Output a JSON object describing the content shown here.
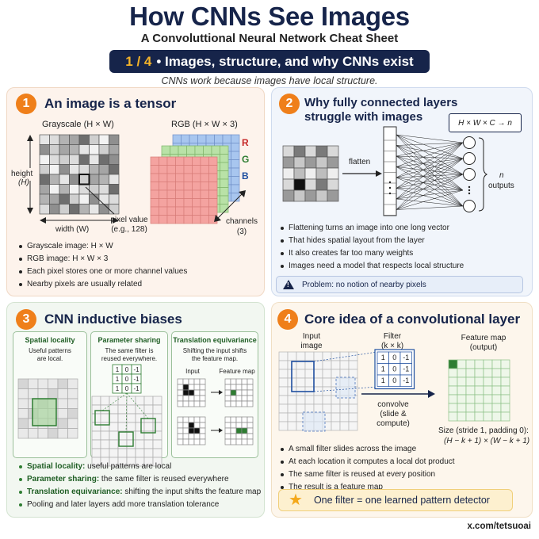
{
  "header": {
    "title": "How CNNs See Images",
    "subtitle": "A Convoluttional Neural Network Cheat Sheet",
    "part_number": "1 / 4",
    "part_title": "• Images, structure, and why CNNs exist",
    "tagline": "CNNs work because images have local structure."
  },
  "panel1": {
    "number": "1",
    "title": "An image is a tensor",
    "grayscale_label": "Grayscale (H × W)",
    "rgb_label": "RGB (H × W × 3)",
    "height_label": "height",
    "height_sym": "(H)",
    "width_label": "width (W)",
    "pixel_value_label": "pixel value",
    "pixel_value_example": "(e.g., 128)",
    "channels_label": "channels",
    "channels_count": "(3)",
    "channel_r": "R",
    "channel_g": "G",
    "channel_b": "B",
    "bullets": [
      "Grayscale image: H × W",
      "RGB image: H × W × 3",
      "Each pixel stores one or more channel values",
      "Nearby pixels are usually related"
    ]
  },
  "panel2": {
    "number": "2",
    "title_line1": "Why fully connected layers",
    "title_line2": "struggle with images",
    "formula": "H × W × C → n",
    "flatten_label": "flatten",
    "n_label": "n",
    "outputs_label": "outputs",
    "bullets": [
      "Flattening turns an image into one long vector",
      "That hides spatial layout from the layer",
      "It also creates far too many weights",
      "Images need a model that respects local structure"
    ],
    "problem": "Problem: no notion of nearby pixels"
  },
  "panel3": {
    "number": "3",
    "title": "CNN inductive biases",
    "sub1": {
      "title": "Spatial locality",
      "desc_line1": "Useful patterns",
      "desc_line2": "are local."
    },
    "sub2": {
      "title": "Parameter sharing",
      "desc_line1": "The same filter is",
      "desc_line2": "reused everywhere."
    },
    "sub3": {
      "title": "Translation equivariance",
      "desc_line1": "Shifting the input shifts",
      "desc_line2": "the feature map."
    },
    "input_label": "Input",
    "feature_map_label": "Feature map",
    "filter_values": [
      "1",
      "0",
      "-1",
      "1",
      "0",
      "-1",
      "1",
      "0",
      "-1"
    ],
    "bullets": [
      {
        "bold": "Spatial locality:",
        "text": " useful patterns are local"
      },
      {
        "bold": "Parameter sharing:",
        "text": " the same filter is reused everywhere"
      },
      {
        "bold": "Translation equivariance:",
        "text": " shifting the input shifts the feature map"
      },
      {
        "bold": "",
        "text": "Pooling and later layers add more translation tolerance"
      }
    ]
  },
  "panel4": {
    "number": "4",
    "title": "Core idea of a convolutional layer",
    "input_label_line1": "Input",
    "input_label_line2": "image",
    "filter_label_line1": "Filter",
    "filter_label_line2": "(k × k)",
    "filter_values": [
      "1",
      "0",
      "-1",
      "1",
      "0",
      "-1",
      "1",
      "0",
      "-1"
    ],
    "feature_map_line1": "Feature map",
    "feature_map_line2": "(output)",
    "convolve_line1": "convolve",
    "convolve_line2": "(slide &",
    "convolve_line3": "compute)",
    "size_line1": "Size (stride 1, padding 0):",
    "size_line2": "(H − k + 1) × (W − k + 1)",
    "bullets": [
      "A small filter slides across the image",
      "At each location it computes a local dot product",
      "The same filter is reused at every position",
      "The result is a feature map"
    ],
    "callout": "One filter = one learned pattern detector"
  },
  "footer": {
    "handle": "x.com/tetsuoai"
  },
  "colors": {
    "navy": "#16244a",
    "orange": "#ef7f1a",
    "gold": "#f4b42a",
    "green": "#2e7d32",
    "red_channel": "#f4a3a0",
    "green_channel": "#b9e2a7",
    "blue_channel": "#a8c6ef"
  }
}
